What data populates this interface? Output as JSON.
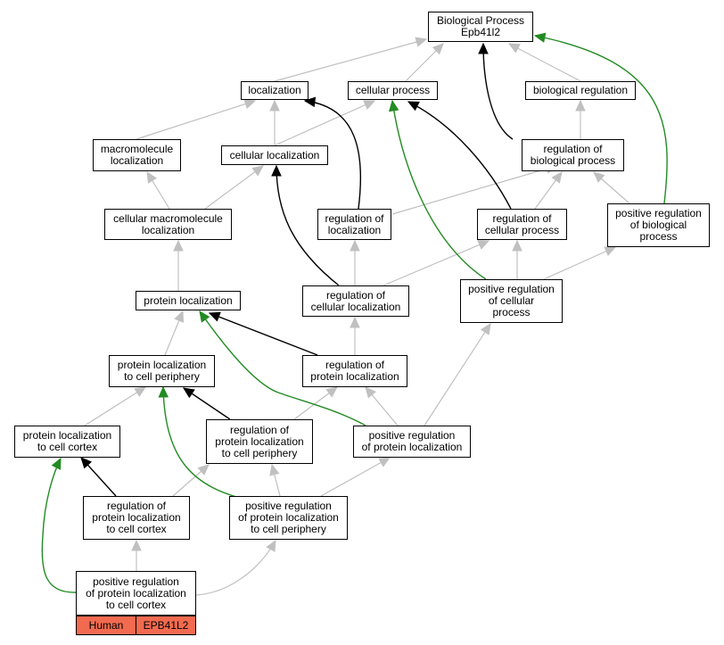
{
  "nodes": {
    "bp": "Biological Process\nEpb41l2",
    "loc": "localization",
    "cp": "cellular process",
    "breg": "biological regulation",
    "mloc": "macromolecule\nlocalization",
    "cloc": "cellular localization",
    "rbp": "regulation of\nbiological process",
    "cmloc": "cellular macromolecule\nlocalization",
    "rloc": "regulation of\nlocalization",
    "rcp": "regulation of\ncellular process",
    "prbp": "positive regulation\nof biological\nprocess",
    "ploc": "protein localization",
    "rcloc": "regulation of\ncellular localization",
    "prcp": "positive regulation\nof cellular\nprocess",
    "plcp": "protein localization\nto cell periphery",
    "rploc": "regulation of\nprotein localization",
    "plcc": "protein localization\nto cell cortex",
    "rplcp": "regulation of\nprotein localization\nto cell periphery",
    "prploc": "positive regulation\nof protein localization",
    "rplcc": "regulation of\nprotein localization\nto cell cortex",
    "prplcp": "positive regulation\nof protein localization\nto cell periphery",
    "prplcc": "positive regulation\nof protein localization\nto cell cortex"
  },
  "annotation": {
    "species": "Human",
    "gene": "EPB41L2"
  },
  "colors": {
    "is_a": "#c0c0c0",
    "regulates": "#000000",
    "positively_regulates": "#228b22",
    "annotation_fill": "#f26a4f"
  }
}
